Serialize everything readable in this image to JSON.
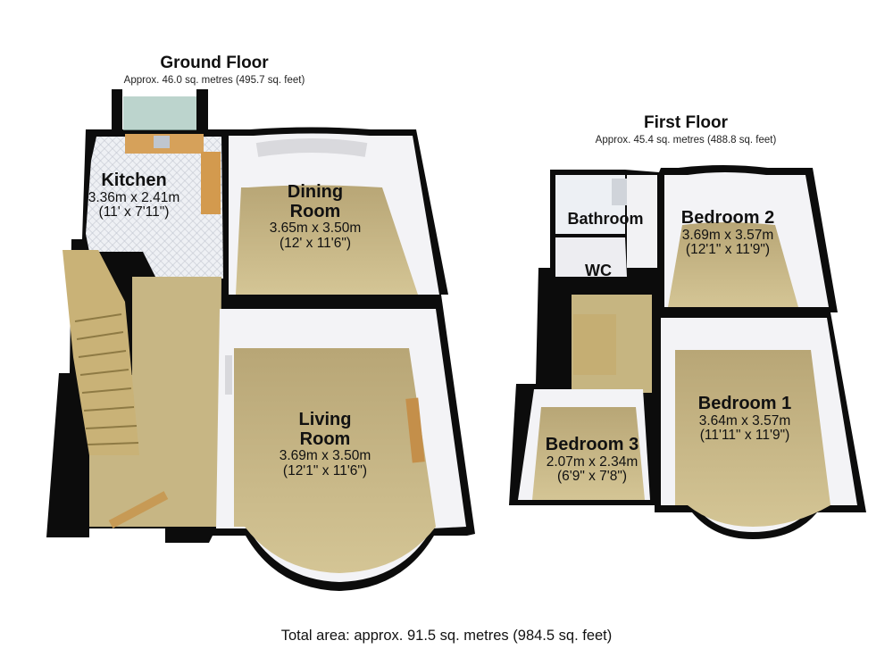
{
  "ground_floor": {
    "title": "Ground Floor",
    "area": "Approx. 46.0 sq. metres (495.7 sq. feet)",
    "rooms": {
      "kitchen": {
        "name": "Kitchen",
        "metric": "3.36m x 2.41m",
        "imperial": "(11' x 7'11\")"
      },
      "dining": {
        "name_line1": "Dining",
        "name_line2": "Room",
        "metric": "3.65m x 3.50m",
        "imperial": "(12' x 11'6\")"
      },
      "living": {
        "name_line1": "Living",
        "name_line2": "Room",
        "metric": "3.69m x 3.50m",
        "imperial": "(12'1\" x 11'6\")"
      }
    }
  },
  "first_floor": {
    "title": "First Floor",
    "area": "Approx. 45.4 sq. metres (488.8 sq. feet)",
    "rooms": {
      "bathroom": {
        "name": "Bathroom"
      },
      "wc": {
        "name": "WC"
      },
      "bedroom2": {
        "name": "Bedroom 2",
        "metric": "3.69m x 3.57m",
        "imperial": "(12'1\" x 11'9\")"
      },
      "bedroom1": {
        "name": "Bedroom 1",
        "metric": "3.64m x 3.57m",
        "imperial": "(11'11\" x 11'9\")"
      },
      "bedroom3": {
        "name": "Bedroom 3",
        "metric": "2.07m x 2.34m",
        "imperial": "(6'9\" x 7'8\")"
      }
    }
  },
  "total_area": "Total area: approx. 91.5 sq. metres (984.5 sq. feet)",
  "colors": {
    "wall": "#0c0c0c",
    "wall_face": "#f4f4f6",
    "carpet": "#c9b98a",
    "carpet_dark": "#a89868",
    "kitchen_floor": "#e9ecf2",
    "worktop": "#d8a050",
    "glass": "#a8c7c0",
    "stairs": "#c8b070"
  }
}
